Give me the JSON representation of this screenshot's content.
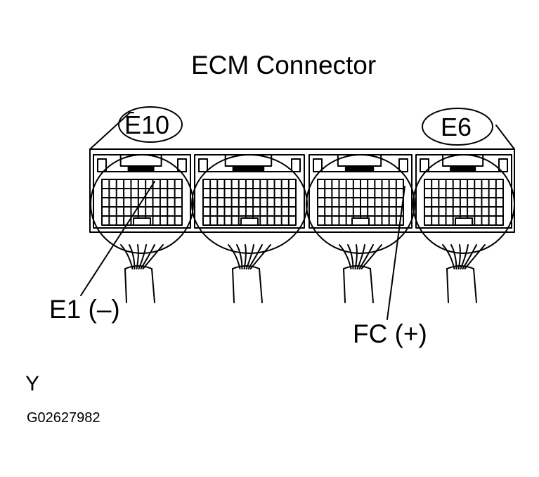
{
  "title": "ECM Connector",
  "connectors": {
    "left_label": "E10",
    "right_label": "E6"
  },
  "callouts": {
    "e1": "E1 (–)",
    "fc": "FC (+)"
  },
  "footer": {
    "marker": "Y",
    "code": "G02627982"
  }
}
